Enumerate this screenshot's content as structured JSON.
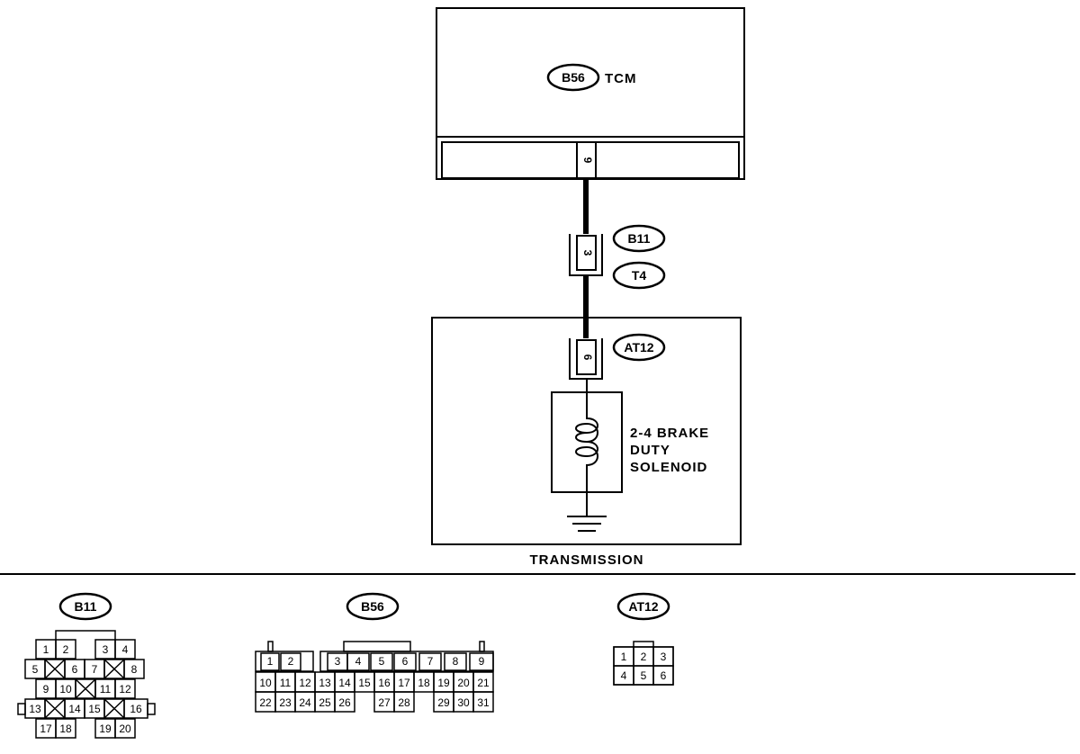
{
  "diagram": {
    "tcm": {
      "connector": "B56",
      "label": "TCM",
      "pin": "9"
    },
    "junction": {
      "connector_top": "B11",
      "connector_bottom": "T4",
      "pin": "3"
    },
    "transmission": {
      "label": "TRANSMISSION",
      "connector": "AT12",
      "pin": "6",
      "component_line1": "2-4 BRAKE",
      "component_line2": "DUTY",
      "component_line3": "SOLENOID"
    }
  },
  "connector_views": {
    "b11": {
      "title": "B11",
      "rows": [
        [
          "1",
          "2",
          "3",
          "4"
        ],
        [
          "5",
          "6",
          "7",
          "8"
        ],
        [
          "9",
          "10",
          "11",
          "12"
        ],
        [
          "13",
          "14",
          "15",
          "16"
        ],
        [
          "17",
          "18",
          "19",
          "20"
        ]
      ]
    },
    "b56": {
      "title": "B56",
      "top": [
        "1",
        "2",
        "3",
        "4",
        "5",
        "6",
        "7",
        "8",
        "9"
      ],
      "middle": [
        "10",
        "11",
        "12",
        "13",
        "14",
        "15",
        "16",
        "17",
        "18",
        "19",
        "20",
        "21"
      ],
      "bottom_left": [
        "22",
        "23",
        "24",
        "25",
        "26"
      ],
      "bottom_mid": [
        "27",
        "28"
      ],
      "bottom_right": [
        "29",
        "30",
        "31"
      ]
    },
    "at12": {
      "title": "AT12",
      "rows": [
        [
          "1",
          "2",
          "3"
        ],
        [
          "4",
          "5",
          "6"
        ]
      ]
    }
  }
}
